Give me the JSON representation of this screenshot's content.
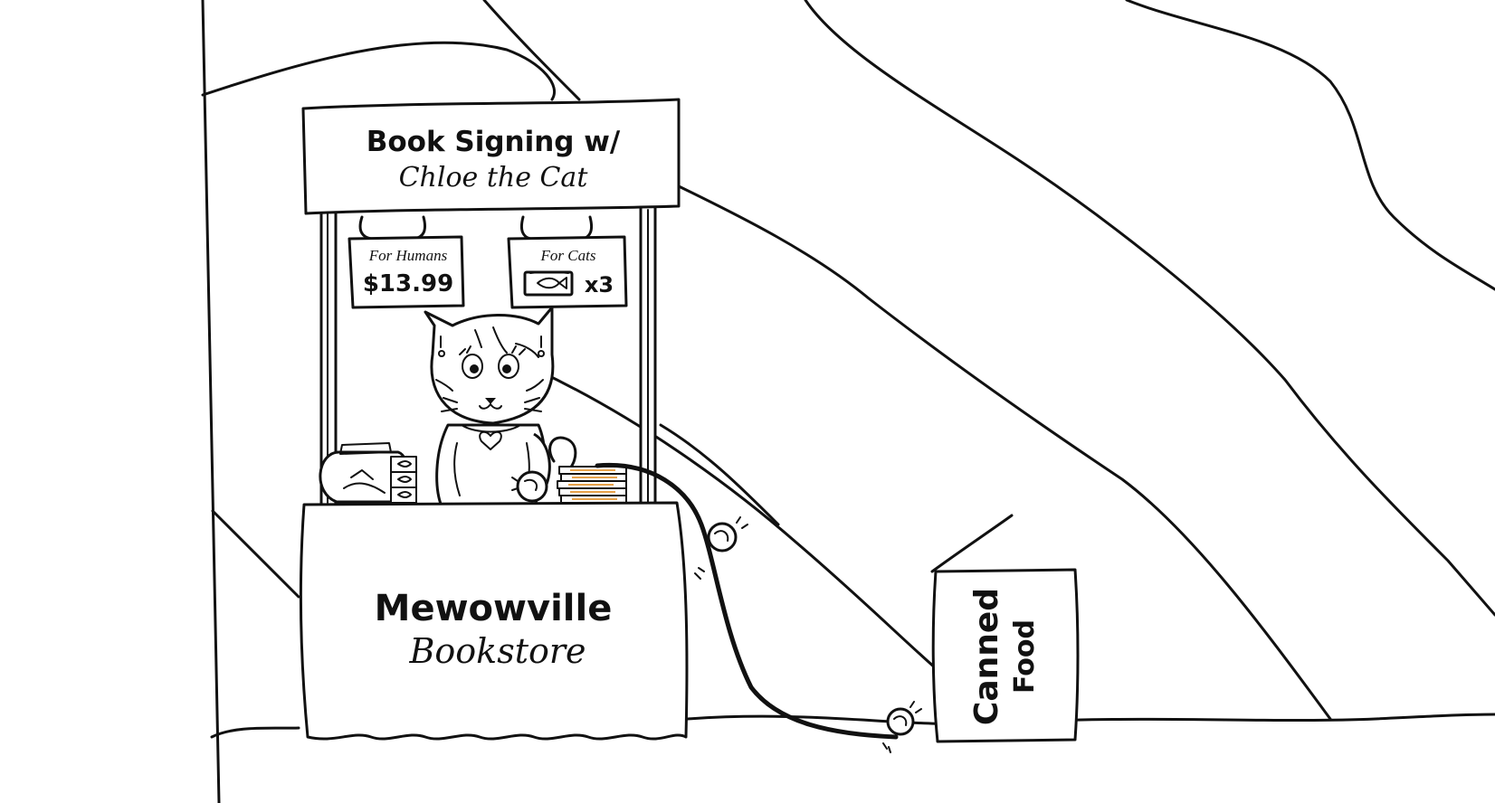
{
  "banner": {
    "line1": "Book Signing w/",
    "line2": "Chloe the Cat"
  },
  "price_signs": {
    "humans": {
      "label": "For Humans",
      "price": "$13.99"
    },
    "cats": {
      "label": "For Cats",
      "price": "x3"
    }
  },
  "table_sign": {
    "line1": "Mewowville",
    "line2": "Bookstore"
  },
  "food_box": {
    "line1": "Canned",
    "line2": "Food"
  },
  "icons": [
    "fish-can-icon",
    "heart-icon",
    "cat-icon",
    "yarn-ball-icon"
  ],
  "colors": {
    "ink": "#111111",
    "paper": "#ffffff",
    "book_accent": "#e8a24a"
  }
}
